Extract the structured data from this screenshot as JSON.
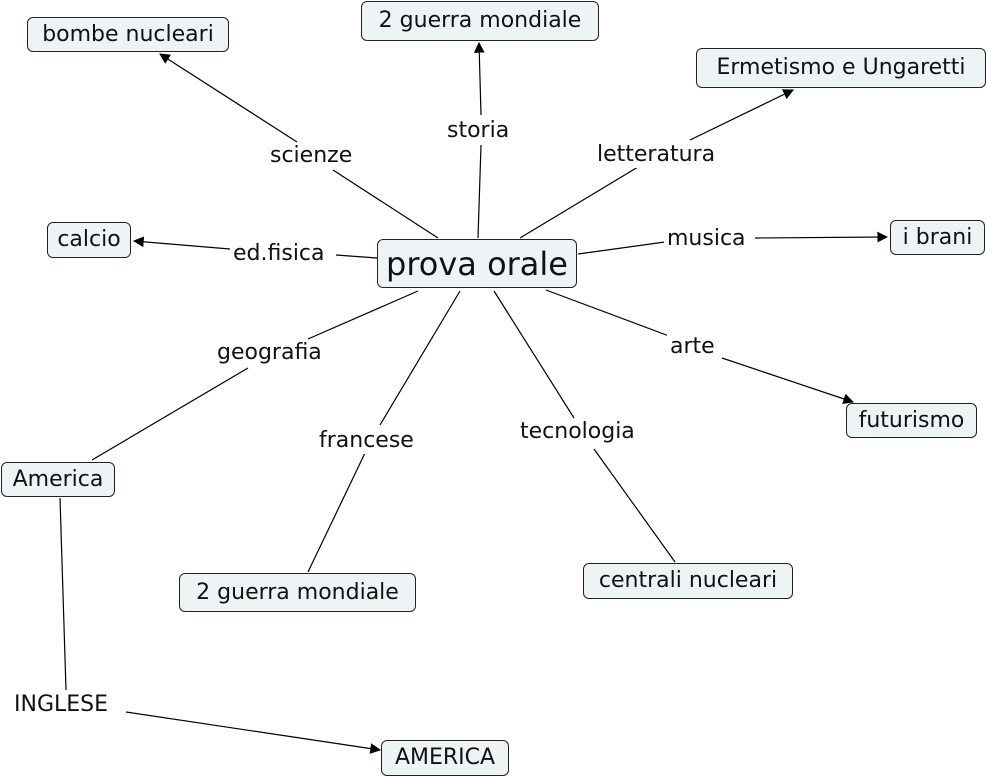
{
  "concept_map": {
    "center": "prova orale",
    "nodes": {
      "bombe": "bombe nucleari",
      "guerra_top": "2 guerra mondiale",
      "ermetismo": "Ermetismo e Ungaretti",
      "calcio": "calcio",
      "brani": "i brani",
      "futurismo": "futurismo",
      "america_left": "America",
      "guerra_bottom": "2 guerra mondiale",
      "centrali": "centrali nucleari",
      "america_bottom": "AMERICA"
    },
    "links": {
      "scienze": "scienze",
      "storia": "storia",
      "letteratura": "letteratura",
      "ed_fisica": "ed.fisica",
      "musica": "musica",
      "arte": "arte",
      "geografia": "geografia",
      "francese": "francese",
      "tecnologia": "tecnologia",
      "inglese": "INGLESE"
    },
    "colors": {
      "node_fill": "#eef4f6",
      "line": "#000000"
    }
  }
}
